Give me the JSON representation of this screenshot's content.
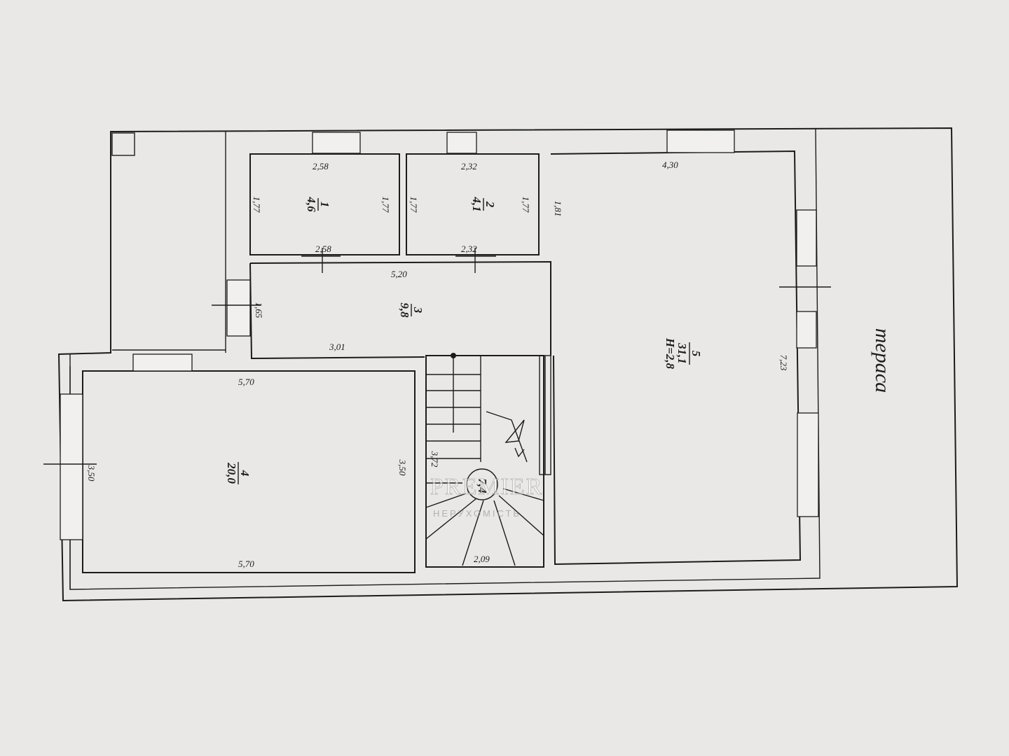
{
  "rooms": {
    "r1": {
      "number": "1",
      "area": "4,6"
    },
    "r2": {
      "number": "2",
      "area": "4,1"
    },
    "r3": {
      "number": "3",
      "area": "9,8"
    },
    "r4": {
      "number": "4",
      "area": "20,0"
    },
    "r5": {
      "number": "5",
      "area": "31,1",
      "height": "H=2,8"
    },
    "stair": {
      "area": "7,4"
    }
  },
  "dimensions": {
    "r1_top": "2,58",
    "r1_bottom": "2,58",
    "r1_left": "1,77",
    "r1_right": "1,77",
    "r2_top": "2,32",
    "r2_bottom": "2,32",
    "r2_left": "1,77",
    "r2_right": "1,77",
    "r3_top": "5,20",
    "r3_bottom": "3,01",
    "r3_left": "1,65",
    "r4_top": "5,70",
    "r4_bottom": "5,70",
    "r4_left": "3,50",
    "r4_right": "3,50",
    "r5_top": "4,30",
    "r5_left": "1,81",
    "r5_right": "7,23",
    "stair_bottom": "2,09",
    "stair_left": "3,72"
  },
  "terrace_label": "тераса",
  "watermark": {
    "brand": "PREMIER",
    "sub": "НЕРУХОМІСТЬ"
  }
}
